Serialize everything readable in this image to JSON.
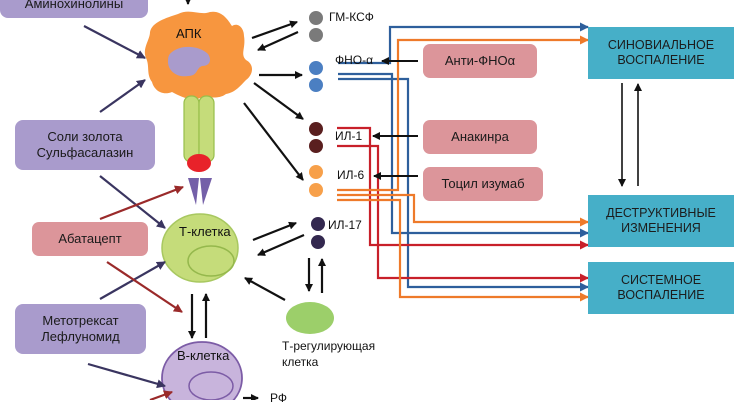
{
  "drugs": {
    "aminoquinolines": "Аминохинолины",
    "gold_salts": "Соли золота\nСульфасалазин",
    "abatacept": "Абатацепт",
    "methotrexate": "Метотрексат\nЛефлуномид",
    "anti_tnf": "Анти-ФНОα",
    "anakinra": "Анакинра",
    "tocilizumab": "Тоцил изумаб"
  },
  "cells": {
    "apc": "АПК",
    "t_cell": "Т-клетка",
    "b_cell": "В-клетка",
    "t_reg": "Т-регулирующая\nклетка",
    "rf_partial": "РФ"
  },
  "cytokines": {
    "gm_csf": "ГМ-КСФ",
    "tnf_alpha": "ФНО-α",
    "il1": "ИЛ-1",
    "il6": "ИЛ-6",
    "il17": "ИЛ-17"
  },
  "outcomes": {
    "synovial": "СИНОВИАЛЬНОЕ\nВОСПАЛЕНИЕ",
    "destructive": "ДЕСТРУКТИВНЫЕ\nИЗМЕНЕНИЯ",
    "systemic": "СИСТЕМНОЕ\nВОСПАЛЕНИЕ"
  },
  "colors": {
    "drug_purple": "#a99bcc",
    "drug_pink": "#dc959a",
    "outcome_teal": "#46afc8",
    "apc_orange": "#f7963f",
    "t_cell_green": "#c3dc78",
    "b_cell_lilac": "#c8b4dc",
    "line_blue": "#2e5f9c",
    "line_orange": "#ee7a2a",
    "line_red": "#c8202a",
    "gm_csf_grey": "#7a7a7a",
    "tnf_blue": "#4b7fc2",
    "il1_brown": "#5a1f1f",
    "il6_orange": "#f7a04a",
    "il17_navy": "#33284f"
  }
}
